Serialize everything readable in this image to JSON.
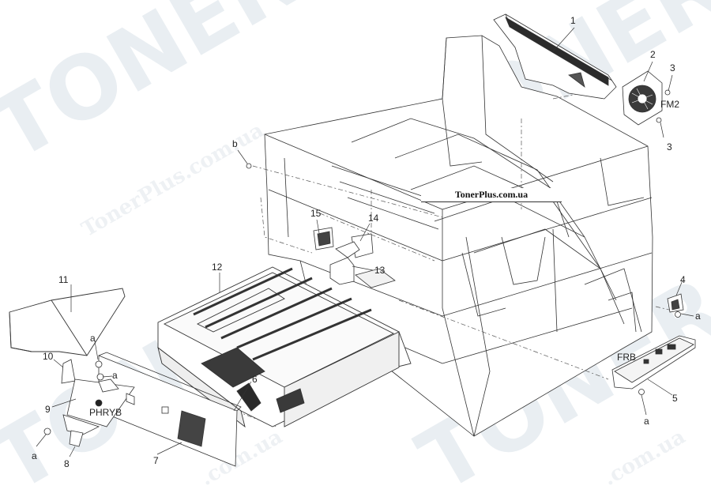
{
  "watermark": {
    "big_word": "TONER",
    "site": "TonerPlus.com.ua",
    "site_lower": ".com.ua"
  },
  "brand_label": "TonerPlus.com.ua",
  "callouts": [
    {
      "id": "1",
      "text": "1"
    },
    {
      "id": "2",
      "text": "2"
    },
    {
      "id": "3a",
      "text": "3"
    },
    {
      "id": "3b",
      "text": "3"
    },
    {
      "id": "fm2",
      "text": "FM2"
    },
    {
      "id": "b",
      "text": "b"
    },
    {
      "id": "15",
      "text": "15"
    },
    {
      "id": "14",
      "text": "14"
    },
    {
      "id": "13",
      "text": "13"
    },
    {
      "id": "12",
      "text": "12"
    },
    {
      "id": "11",
      "text": "11"
    },
    {
      "id": "10",
      "text": "10"
    },
    {
      "id": "a1",
      "text": "a"
    },
    {
      "id": "a2",
      "text": "a"
    },
    {
      "id": "9",
      "text": "9"
    },
    {
      "id": "phryb",
      "text": "PHRYB"
    },
    {
      "id": "6",
      "text": "6"
    },
    {
      "id": "a3",
      "text": "a"
    },
    {
      "id": "8",
      "text": "8"
    },
    {
      "id": "7",
      "text": "7"
    },
    {
      "id": "4",
      "text": "4"
    },
    {
      "id": "a4",
      "text": "a"
    },
    {
      "id": "frb",
      "text": "FRB"
    },
    {
      "id": "5",
      "text": "5"
    },
    {
      "id": "a5",
      "text": "a"
    }
  ],
  "colors": {
    "line": "#333333",
    "watermark": "#e9eef2"
  }
}
